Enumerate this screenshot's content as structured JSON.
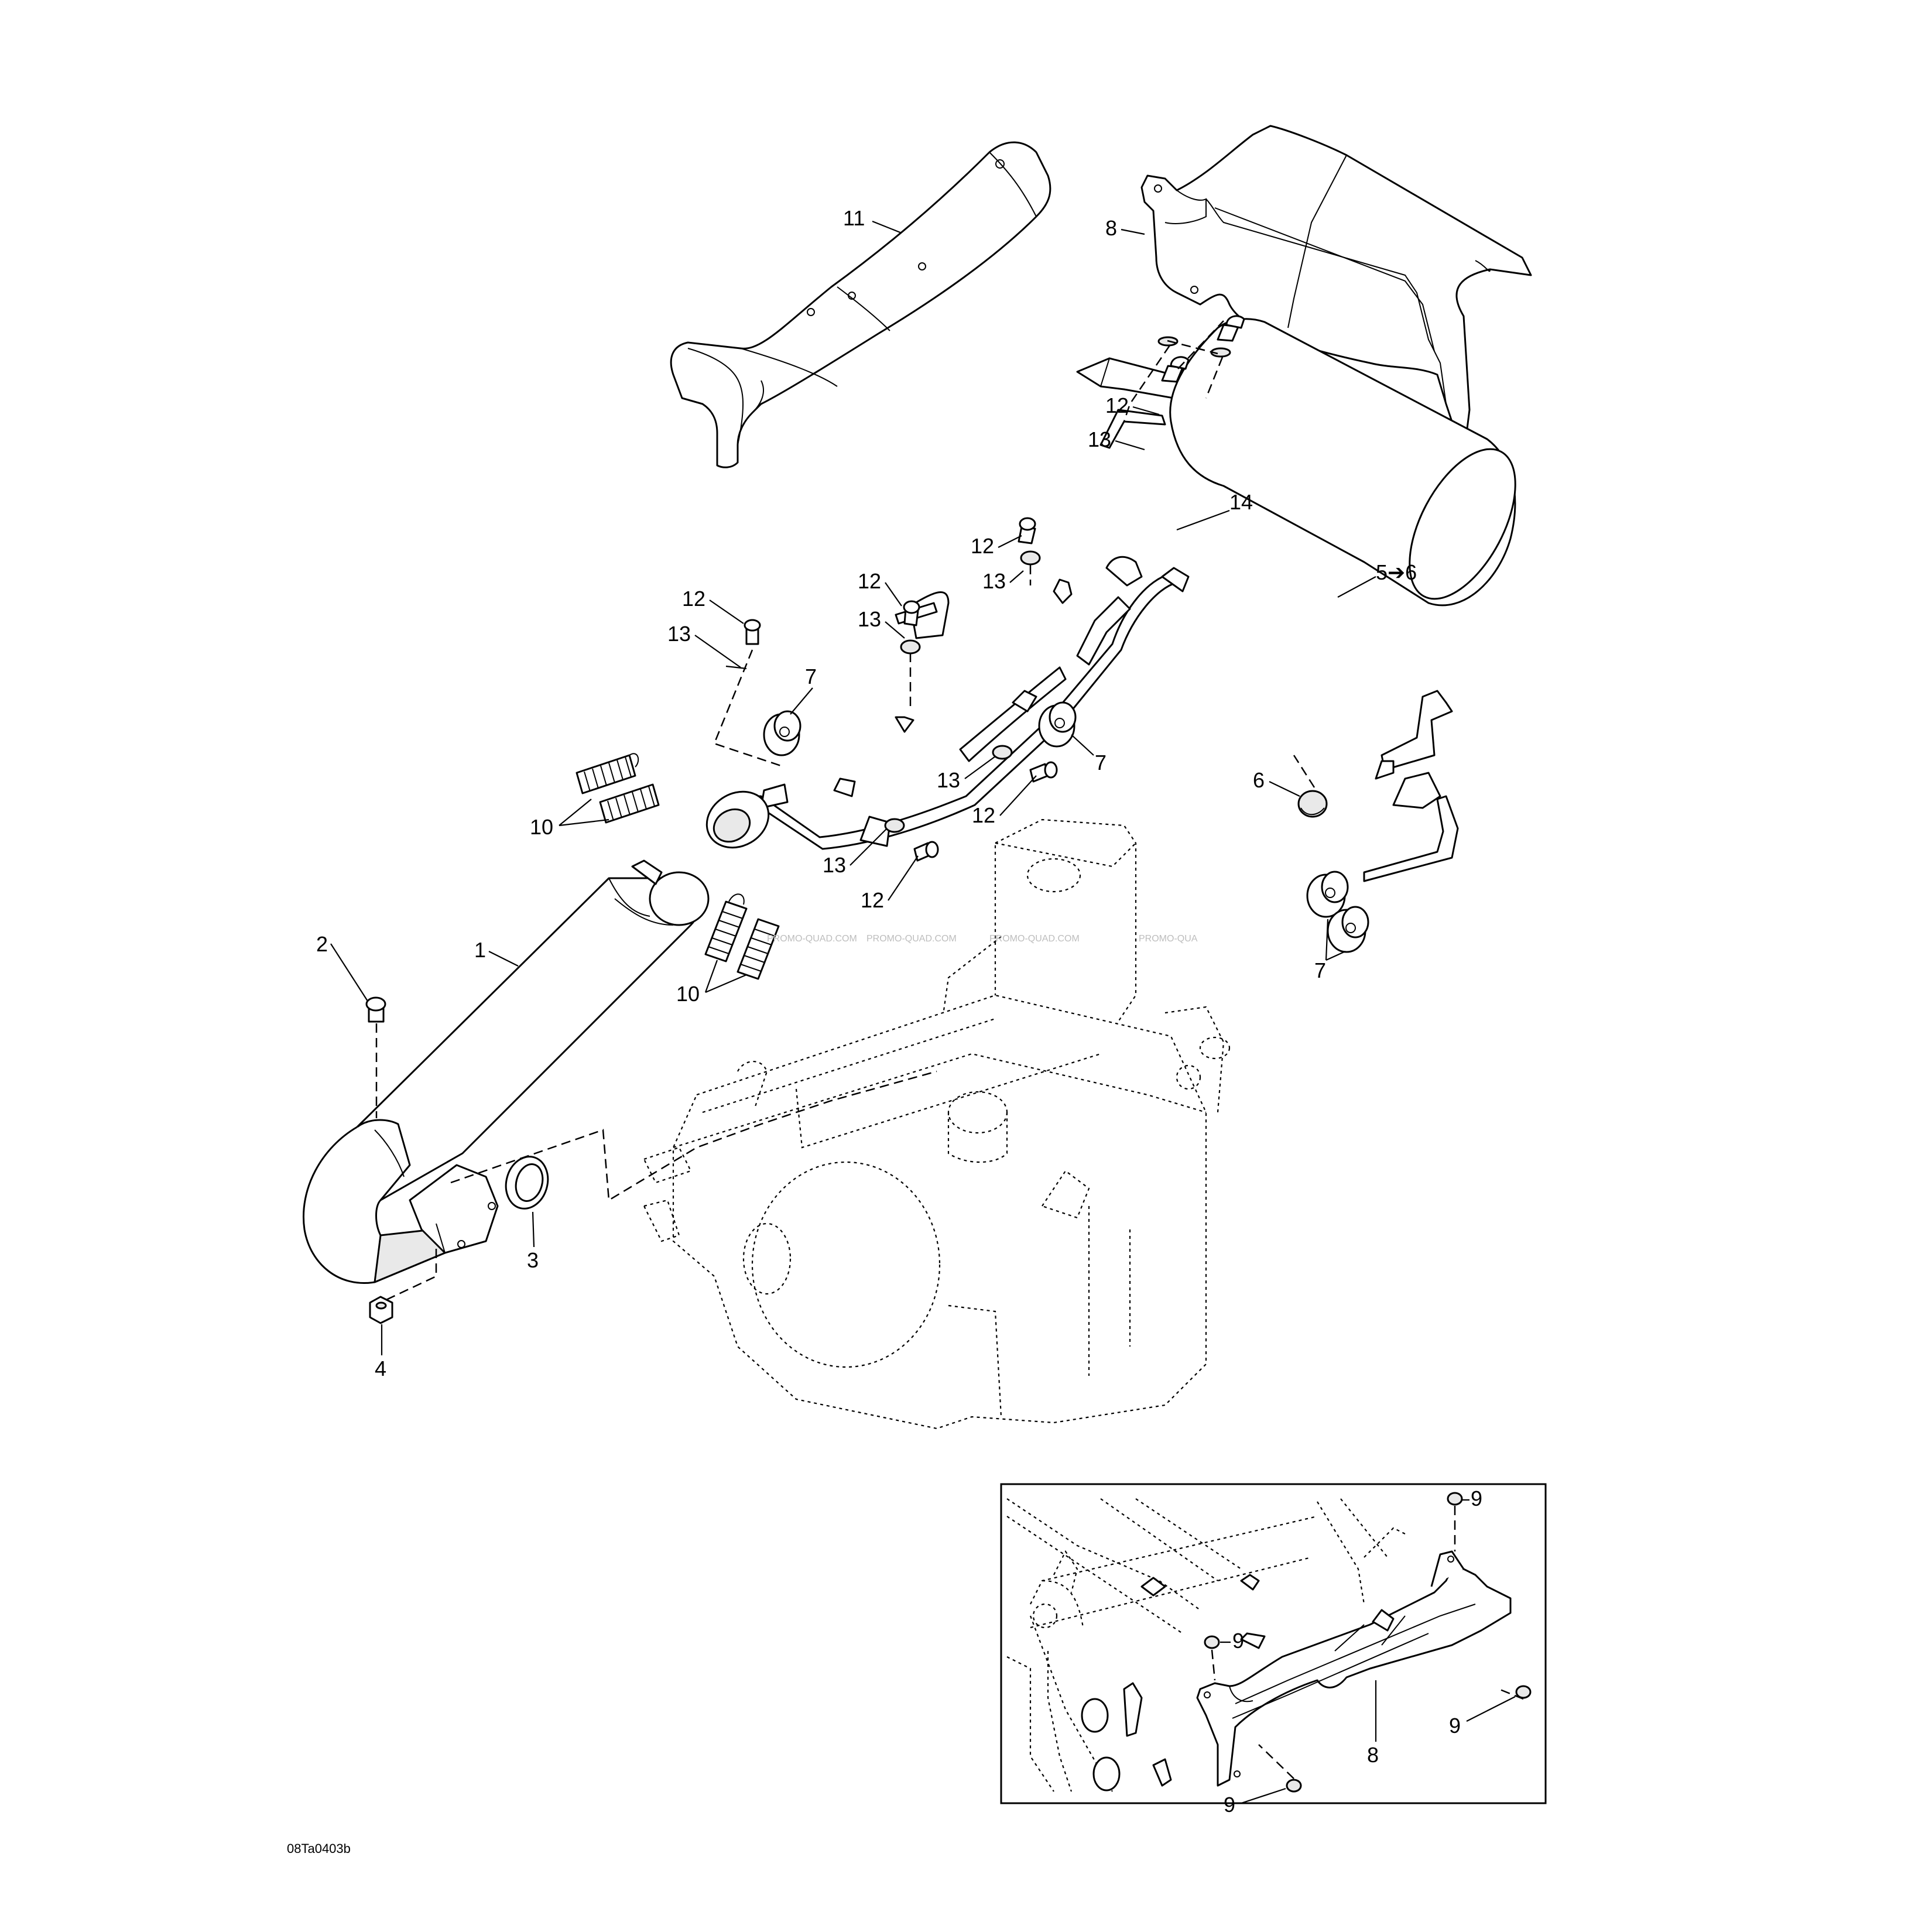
{
  "diagram_code": "08Ta0403b",
  "watermark": [
    "PROMO-QUAD.COM",
    "PROMO-QUAD.COM",
    "PROMO-QUAD.COM",
    "PROMO-QUA"
  ],
  "callouts": [
    {
      "id": "c11",
      "text": "11"
    },
    {
      "id": "c8a",
      "text": "8"
    },
    {
      "id": "c12a",
      "text": "12"
    },
    {
      "id": "c13a",
      "text": "13"
    },
    {
      "id": "c14",
      "text": "14"
    },
    {
      "id": "c12b",
      "text": "12"
    },
    {
      "id": "c13b",
      "text": "13"
    },
    {
      "id": "c56",
      "text": "5➔6"
    },
    {
      "id": "c12c",
      "text": "12"
    },
    {
      "id": "c13c",
      "text": "13"
    },
    {
      "id": "c12d",
      "text": "12"
    },
    {
      "id": "c13d",
      "text": "13"
    },
    {
      "id": "c7a",
      "text": "7"
    },
    {
      "id": "c7b",
      "text": "7"
    },
    {
      "id": "c13e",
      "text": "13"
    },
    {
      "id": "c12e",
      "text": "12"
    },
    {
      "id": "c6",
      "text": "6"
    },
    {
      "id": "c10a",
      "text": "10"
    },
    {
      "id": "c13f",
      "text": "13"
    },
    {
      "id": "c12f",
      "text": "12"
    },
    {
      "id": "c7c",
      "text": "7"
    },
    {
      "id": "c2",
      "text": "2"
    },
    {
      "id": "c1",
      "text": "1"
    },
    {
      "id": "c10b",
      "text": "10"
    },
    {
      "id": "c3",
      "text": "3"
    },
    {
      "id": "c4",
      "text": "4"
    },
    {
      "id": "c9a",
      "text": "9"
    },
    {
      "id": "c9b",
      "text": "9"
    },
    {
      "id": "c9c",
      "text": "9"
    },
    {
      "id": "c8b",
      "text": "8"
    },
    {
      "id": "c9d",
      "text": "9"
    }
  ]
}
